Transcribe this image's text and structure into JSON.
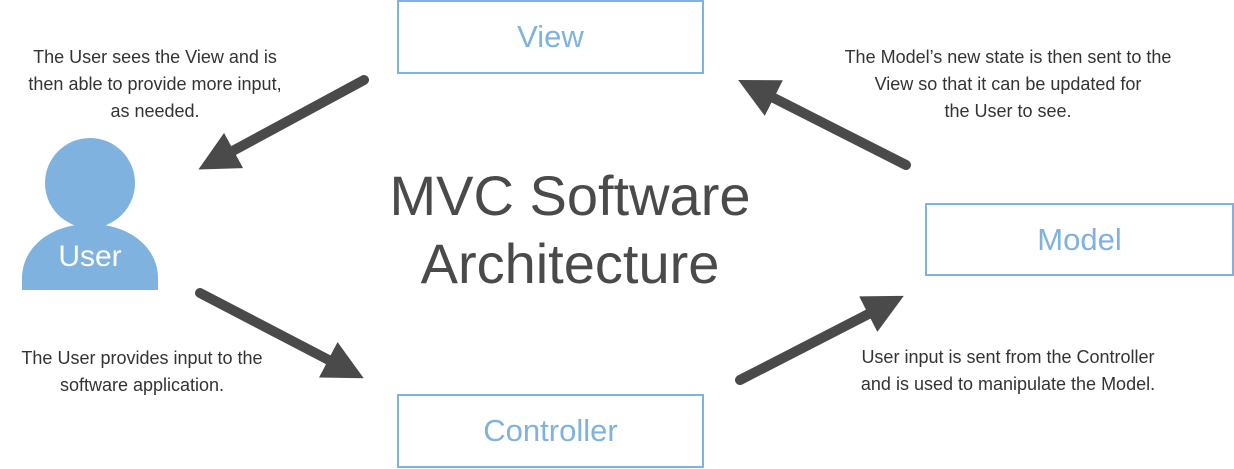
{
  "title": {
    "line1": "MVC Software",
    "line2": "Architecture"
  },
  "nodes": {
    "view": "View",
    "model": "Model",
    "controller": "Controller",
    "user": "User"
  },
  "notes": {
    "top_left": [
      "The User sees the View and is",
      "then able to provide more input,",
      "as needed."
    ],
    "top_right": [
      "The Model’s new state is then sent to the",
      "View so that it can be updated for",
      "the User to see."
    ],
    "bottom_left": [
      "The User provides input to the",
      "software application."
    ],
    "bottom_right": [
      "User input is sent from the Controller",
      "and is used to manipulate the Model."
    ]
  },
  "colors": {
    "accent": "#7fb2df",
    "arrow": "#4a4a4a",
    "text": "#333333"
  },
  "icons": [
    "user-icon",
    "arrow-view-to-user",
    "arrow-user-to-controller",
    "arrow-controller-to-model",
    "arrow-model-to-view"
  ]
}
